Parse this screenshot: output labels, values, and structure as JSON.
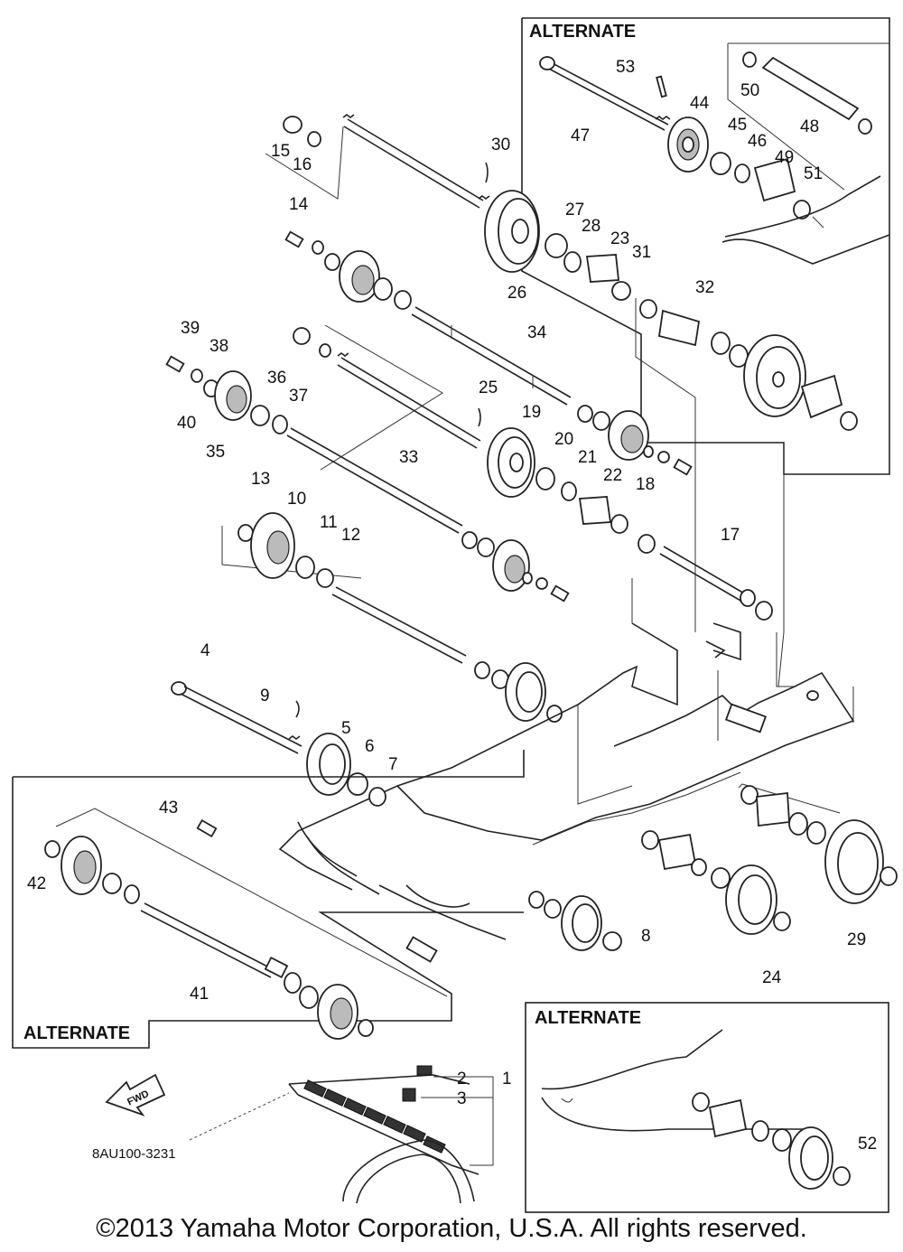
{
  "diagram": {
    "reference_code": "8AU100-3231",
    "direction_label": "FWD",
    "alternate_title": "ALTERNATE",
    "part_numbers": [
      "1",
      "2",
      "3",
      "4",
      "5",
      "6",
      "7",
      "8",
      "9",
      "10",
      "11",
      "12",
      "13",
      "14",
      "15",
      "16",
      "17",
      "18",
      "19",
      "20",
      "21",
      "22",
      "23",
      "24",
      "25",
      "26",
      "27",
      "28",
      "29",
      "30",
      "31",
      "32",
      "33",
      "34",
      "35",
      "36",
      "37",
      "38",
      "39",
      "40",
      "41",
      "42",
      "43",
      "44",
      "45",
      "46",
      "47",
      "48",
      "49",
      "50",
      "51",
      "52",
      "53"
    ]
  },
  "footer": {
    "copyright": "©2013 Yamaha Motor Corporation, U.S.A. All rights reserved."
  }
}
